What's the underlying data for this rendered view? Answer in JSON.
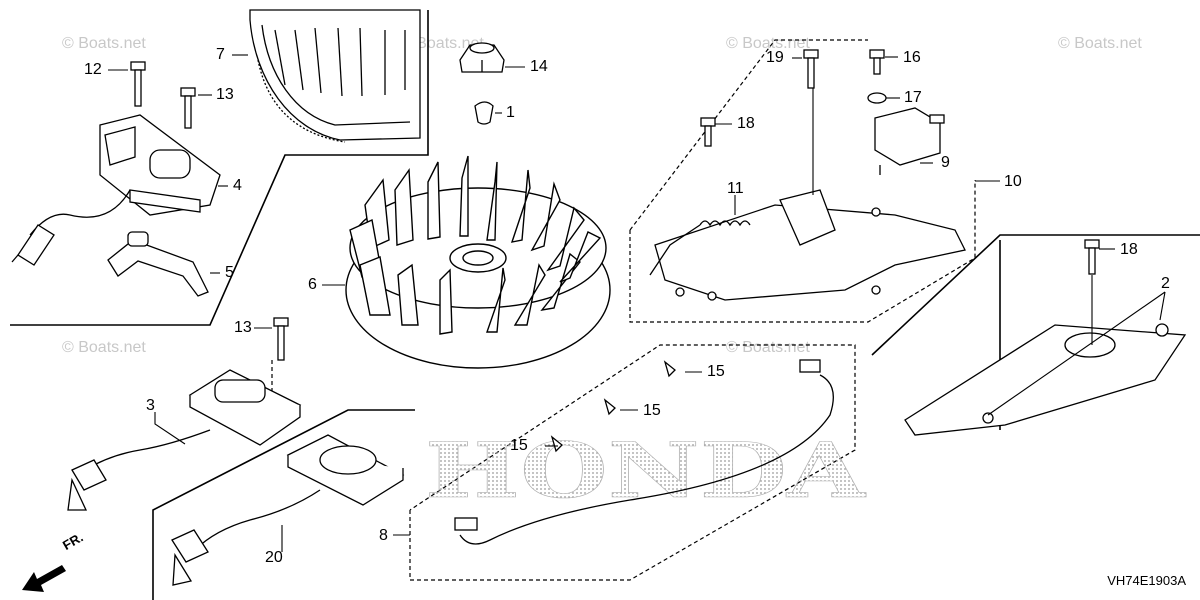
{
  "diagram": {
    "watermark": "© Boats.net",
    "drawing_code": "VH74E1903A",
    "logo_text": "HONDA",
    "direction_label": "FR.",
    "callouts": {
      "c1": "1",
      "c2": "2",
      "c3": "3",
      "c4": "4",
      "c5": "5",
      "c6": "6",
      "c7": "7",
      "c8": "8",
      "c9": "9",
      "c10": "10",
      "c11": "11",
      "c12": "12",
      "c13a": "13",
      "c13b": "13",
      "c14": "14",
      "c15a": "15",
      "c15b": "15",
      "c15c": "15",
      "c16": "16",
      "c17": "17",
      "c18a": "18",
      "c18b": "18",
      "c19": "19",
      "c20": "20"
    },
    "colors": {
      "line": "#000000",
      "watermark": "#c8c8c8",
      "dots": "#9a9a9a"
    }
  }
}
